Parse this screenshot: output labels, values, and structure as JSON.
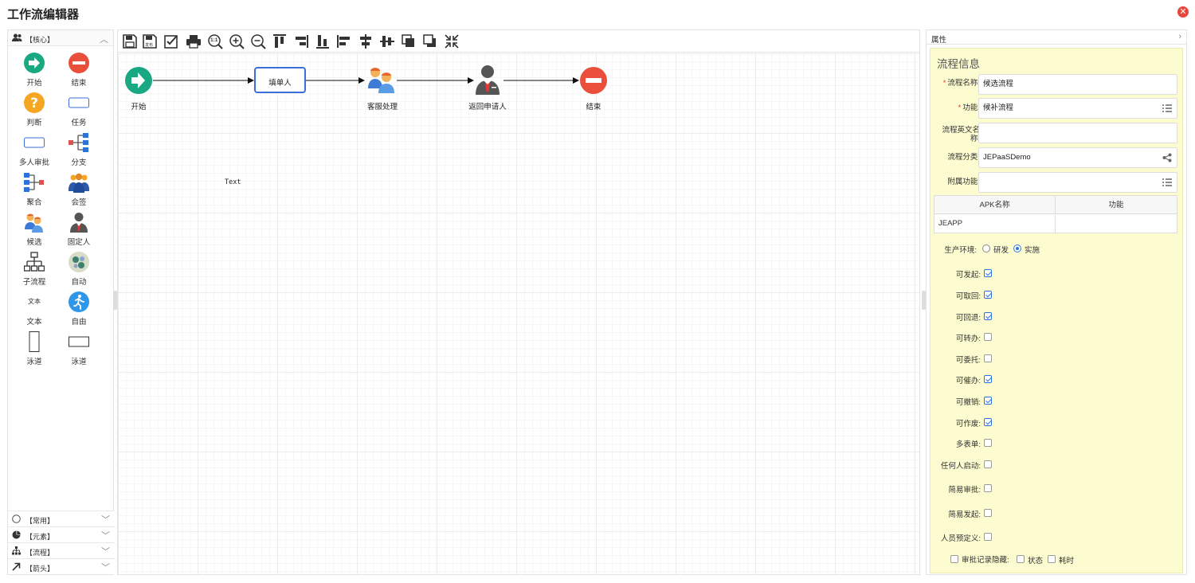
{
  "window": {
    "title": "工作流编辑器"
  },
  "palette": {
    "core_header": "【核心】",
    "items": [
      {
        "label": "开始"
      },
      {
        "label": "结束"
      },
      {
        "label": "判断"
      },
      {
        "label": "任务"
      },
      {
        "label": "多人审批"
      },
      {
        "label": "分支"
      },
      {
        "label": "聚合"
      },
      {
        "label": "会签"
      },
      {
        "label": "候选"
      },
      {
        "label": "固定人"
      },
      {
        "label": "子流程"
      },
      {
        "label": "自动"
      },
      {
        "label": "文本"
      },
      {
        "label": "自由"
      },
      {
        "label": "泳道"
      },
      {
        "label": "泳道"
      }
    ],
    "text_icon_label": "文本",
    "groups": [
      {
        "label": "【常用】"
      },
      {
        "label": "【元素】"
      },
      {
        "label": "【流程】"
      },
      {
        "label": "【箭头】"
      }
    ]
  },
  "toolbar": {
    "save_sub": "发布",
    "zoom_actual": "1:1"
  },
  "diagram": {
    "nodes": [
      {
        "label": "开始"
      },
      {
        "label": "填单人"
      },
      {
        "label": "客服处理"
      },
      {
        "label": "返回申请人"
      },
      {
        "label": "结束"
      }
    ],
    "free_text": "Text"
  },
  "properties": {
    "header": "属性",
    "section_title": "流程信息",
    "fields": {
      "name_label": "流程名称:",
      "name_value": "候选流程",
      "func_label": "功能:",
      "func_value": "候补流程",
      "en_label": "流程英文名称:",
      "en_value": "",
      "category_label": "流程分类:",
      "category_value": "JEPaaSDemo",
      "extra_label": "附属功能:",
      "extra_value": ""
    },
    "apk_table": {
      "col1": "APK名称",
      "col2": "功能",
      "row1_col1": "JEAPP",
      "row1_col2": ""
    },
    "env": {
      "label": "生产环境:",
      "opt1": "研发",
      "opt2": "实施",
      "selected": "实施"
    },
    "checks": [
      {
        "label": "可发起:",
        "checked": true
      },
      {
        "label": "可取回:",
        "checked": true
      },
      {
        "label": "可回退:",
        "checked": true
      },
      {
        "label": "可转办:",
        "checked": false
      },
      {
        "label": "可委托:",
        "checked": false
      },
      {
        "label": "可催办:",
        "checked": true
      },
      {
        "label": "可撤销:",
        "checked": true
      },
      {
        "label": "可作废:",
        "checked": true
      },
      {
        "label": "多表单:",
        "checked": false
      },
      {
        "label": "任何人启动:",
        "checked": false
      },
      {
        "label": "简易审批:",
        "checked": false
      },
      {
        "label": "简易发起:",
        "checked": false
      },
      {
        "label": "人员预定义:",
        "checked": false
      }
    ],
    "hide_row": {
      "label": "审批记录隐藏:",
      "opt1": "状态",
      "opt2": "耗时"
    }
  },
  "colors": {
    "start_green": "#1aa882",
    "end_red": "#ea4f3b",
    "judge_orange": "#f5a623",
    "task_blue": "#3d6fd9",
    "props_bg": "#fdfcd0"
  }
}
